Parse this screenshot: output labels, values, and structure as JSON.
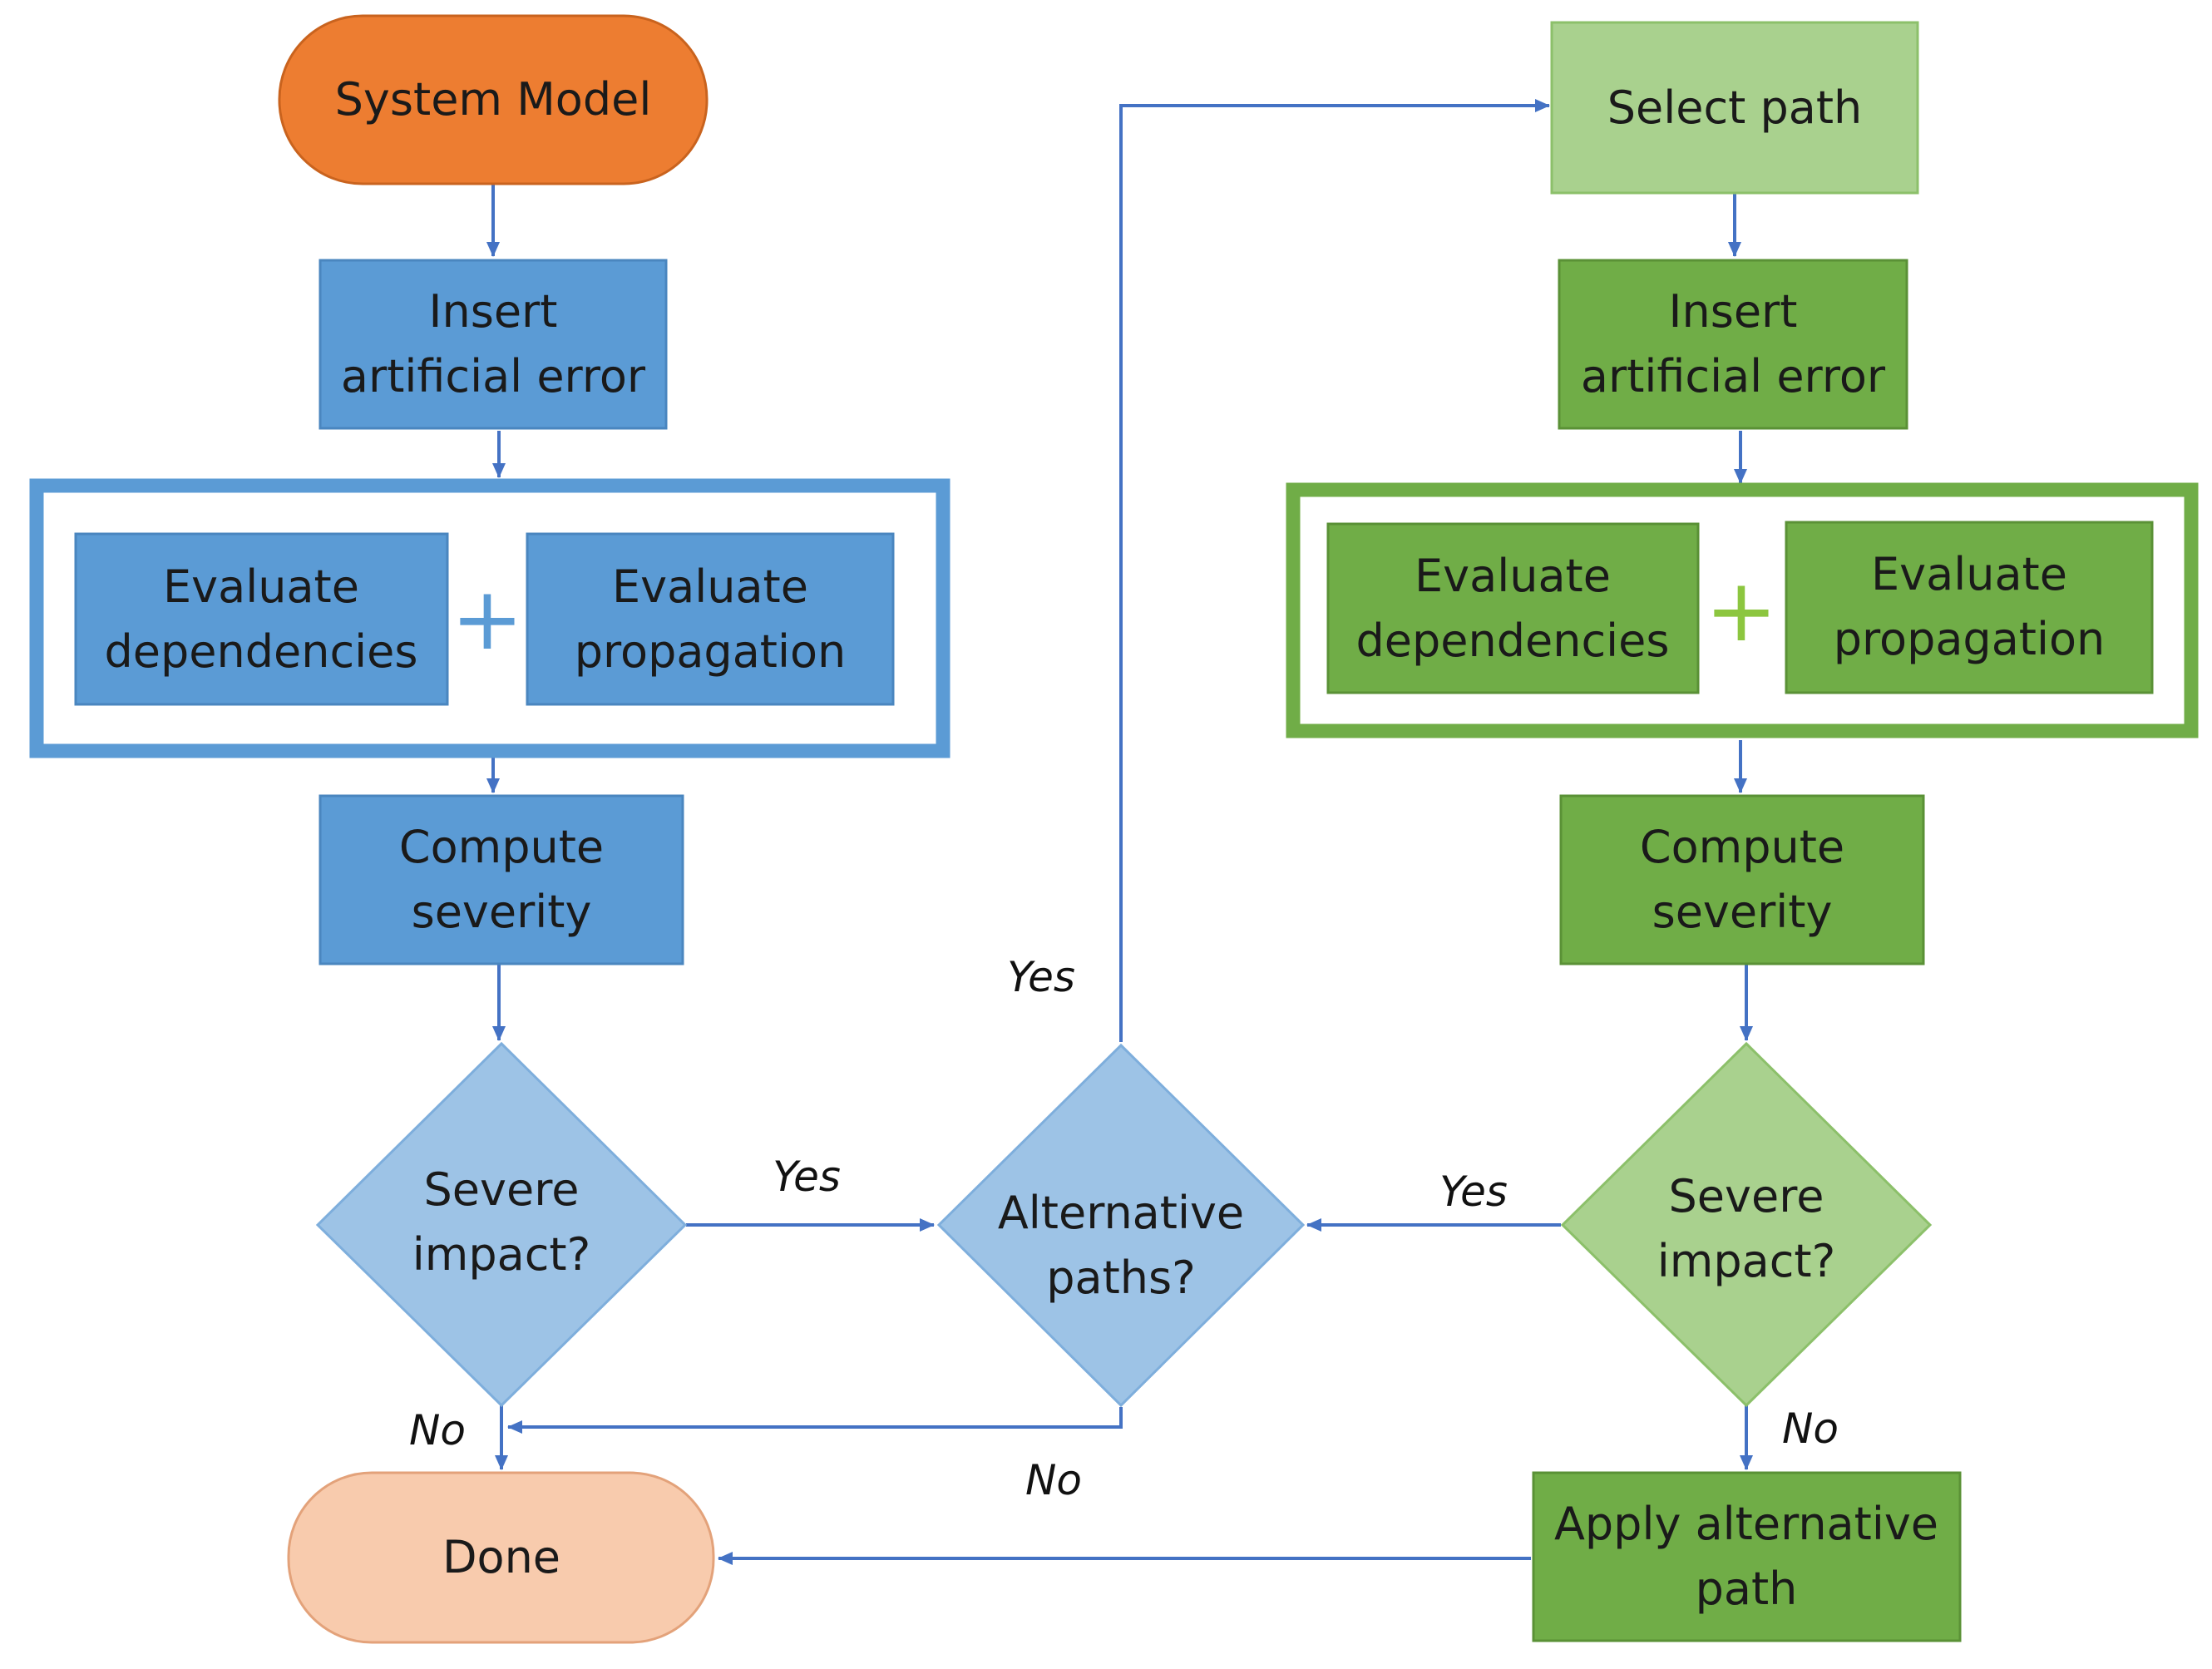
{
  "colors": {
    "start": "#ED7D31",
    "start_stroke": "#C9631E",
    "end": "#F8CBAD",
    "end_stroke": "#E3A27A",
    "blue": "#5B9BD5",
    "blue_stroke": "#4A86BF",
    "blue_light": "#9DC3E6",
    "blue_light_stroke": "#7EAEDC",
    "green": "#70AD47",
    "green_stroke": "#5A9136",
    "green_light": "#A9D18E",
    "green_light_stroke": "#8CC06A",
    "arrow": "#4472C4",
    "text": "#1a1a1a"
  },
  "nodes": {
    "system_model": {
      "lines": [
        "System Model"
      ]
    },
    "insert_error_left": {
      "lines": [
        "Insert",
        "artificial error"
      ]
    },
    "eval_dep_left": {
      "lines": [
        "Evaluate",
        "dependencies"
      ]
    },
    "eval_prop_left": {
      "lines": [
        "Evaluate",
        "propagation"
      ]
    },
    "plus_left": "+",
    "compute_left": {
      "lines": [
        "Compute",
        "severity"
      ]
    },
    "severe_left": {
      "lines": [
        "Severe",
        "impact?"
      ]
    },
    "alt_paths": {
      "lines": [
        "Alternative",
        "paths?"
      ]
    },
    "done": {
      "lines": [
        "Done"
      ]
    },
    "select_path": {
      "lines": [
        "Select path"
      ]
    },
    "insert_error_right": {
      "lines": [
        "Insert",
        "artificial error"
      ]
    },
    "eval_dep_right": {
      "lines": [
        "Evaluate",
        "dependencies"
      ]
    },
    "eval_prop_right": {
      "lines": [
        "Evaluate",
        "propagation"
      ]
    },
    "plus_right": "+",
    "compute_right": {
      "lines": [
        "Compute",
        "severity"
      ]
    },
    "severe_right": {
      "lines": [
        "Severe",
        "impact?"
      ]
    },
    "apply_alt": {
      "lines": [
        "Apply alternative",
        "path"
      ]
    }
  },
  "edge_labels": {
    "severe_left_yes": "Yes",
    "severe_left_no": "No",
    "alt_yes": "Yes",
    "alt_no": "No",
    "severe_right_yes": "Yes",
    "severe_right_no": "No"
  }
}
